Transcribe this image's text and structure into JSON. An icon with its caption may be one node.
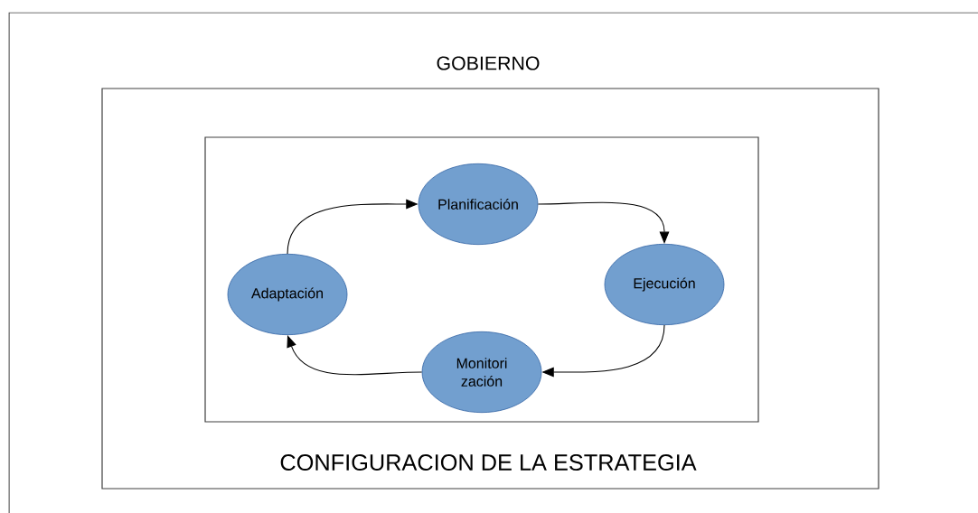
{
  "diagram": {
    "nodes": [
      {
        "text": [
          "GOBIERNO"
        ]
      },
      {
        "text": [
          "CONFIGURACION DE LA ESTRATEGIA"
        ],
        "in": 0
      },
      {
        "text": [],
        "shape": "box",
        "in": 1
      },
      {
        "text": [
          "Planificación"
        ],
        "in": 2
      },
      {
        "text": [
          "Ejecución"
        ],
        "in": 2
      },
      {
        "text": [
          "Monitori zación"
        ],
        "in": 2
      },
      {
        "text": [
          "Adaptación"
        ],
        "in": 2
      }
    ],
    "edges": [
      {
        "from": 3,
        "to": 4,
        "arrow": "to"
      },
      {
        "from": 4,
        "to": 5,
        "arrow": "to"
      },
      {
        "from": 5,
        "to": 6,
        "arrow": "to"
      },
      {
        "from": 6,
        "to": 3,
        "arrow": "to"
      }
    ]
  }
}
